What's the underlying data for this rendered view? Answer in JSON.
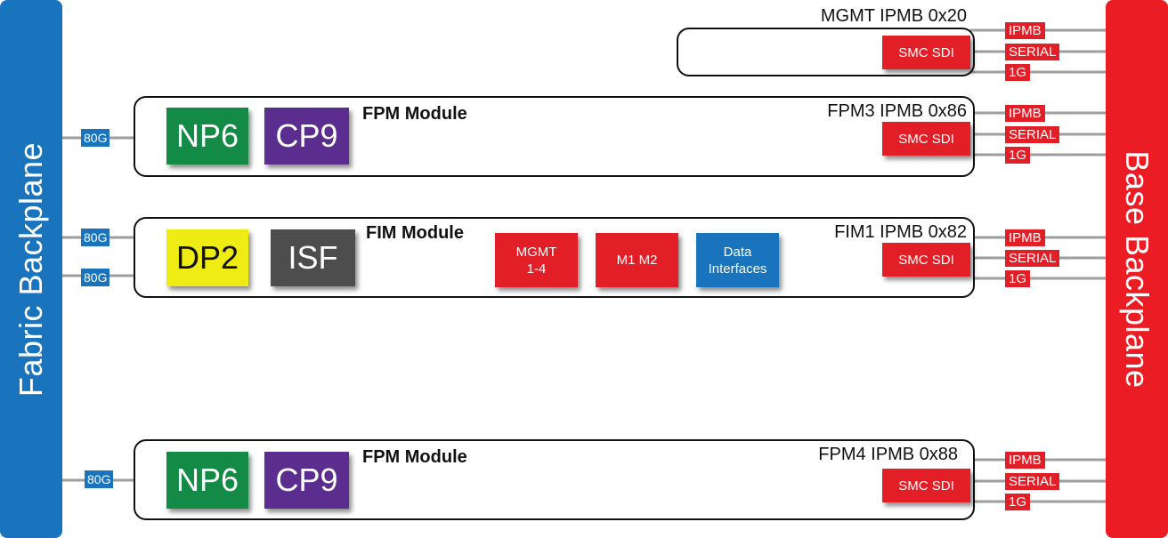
{
  "colors": {
    "fabric": "#1a74bd",
    "base": "#ec1c24",
    "np6": "#138a46",
    "cp9": "#5b2d8e",
    "dp2": "#eeec13",
    "isf": "#4d4d4d",
    "red_chip": "#e21e26",
    "blue_chip": "#1a74bd",
    "line": "#9e9e9e"
  },
  "backplanes": {
    "fabric": "Fabric Backplane",
    "base": "Base Backplane"
  },
  "modules": {
    "mgmt": {
      "ipmb": "MGMT IPMB 0x20",
      "smc": "SMC SDI",
      "tags": [
        "IPMB",
        "SERIAL",
        "1G"
      ]
    },
    "fpm3": {
      "title": "FPM Module",
      "ipmb": "FPM3 IPMB 0x86",
      "chips": [
        "NP6",
        "CP9"
      ],
      "smc": "SMC SDI",
      "tags": [
        "IPMB",
        "SERIAL",
        "1G"
      ],
      "link": "80G"
    },
    "fim1": {
      "title": "FIM Module",
      "ipmb": "FIM1 IPMB 0x82",
      "chips": [
        "DP2",
        "ISF"
      ],
      "ports": [
        "MGMT\n1-4",
        "M1 M2",
        "Data\nInterfaces"
      ],
      "smc": "SMC SDI",
      "tags": [
        "IPMB",
        "SERIAL",
        "1G"
      ],
      "links": [
        "80G",
        "80G"
      ]
    },
    "fpm4": {
      "title": "FPM Module",
      "ipmb": "FPM4 IPMB 0x88",
      "chips": [
        "NP6",
        "CP9"
      ],
      "smc": "SMC SDI",
      "tags": [
        "IPMB",
        "SERIAL",
        "1G"
      ],
      "link": "80G"
    }
  }
}
